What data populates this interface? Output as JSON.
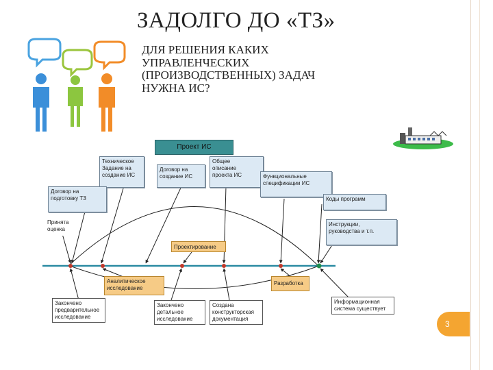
{
  "slide": {
    "title": "ЗАДОЛГО ДО «ТЗ»",
    "subtitle_lines": [
      "ДЛЯ РЕШЕНИЯ КАКИХ",
      "УПРАВЛЕНЧЕСКИХ",
      "(ПРОИЗВОДСТВЕННЫХ) ЗАДАЧ",
      "НУЖНА ИС?"
    ],
    "page_number": "3"
  },
  "diagram": {
    "project_label": "Проект ИС",
    "top_notes": {
      "tz": [
        "Техническое",
        "Задание на",
        "создание ИС"
      ],
      "contract": [
        "Договор на",
        "создание ИС"
      ],
      "general_desc": [
        "Общее",
        "описание",
        "проекта ИС"
      ],
      "func_spec": [
        "Функциональные",
        "спецификации ИС"
      ],
      "code": [
        "Коды программ"
      ],
      "instructions": [
        "Инструкции,",
        "руководства и т.п."
      ],
      "prep_contract": [
        "Договор на",
        "подготовку ТЗ"
      ],
      "estimate": [
        "Принята",
        "оценка"
      ]
    },
    "phases": {
      "design": "Проектирование",
      "analytic": [
        "Аналитическое",
        "исследование"
      ],
      "development": "Разработка"
    },
    "milestones": {
      "prelim": [
        "Закончено",
        "предварительное",
        "исследование"
      ],
      "detailed": [
        "Закончено",
        "детальное",
        "исследование"
      ],
      "design_doc": [
        "Создана",
        "конструкторская",
        "документация"
      ],
      "system_exists": [
        "Информационная",
        "система существует"
      ]
    }
  },
  "colors": {
    "note_fill": "#dce9f4",
    "phase_fill": "#f6cb86",
    "project_fill": "#3a8f92",
    "timeline": "#2a8aa2",
    "milestone": "#c0392b",
    "final_milestone": "#1e8c4c",
    "accent": "#f4a531"
  },
  "icons": [
    "people-talking-icon",
    "factory-icon"
  ]
}
